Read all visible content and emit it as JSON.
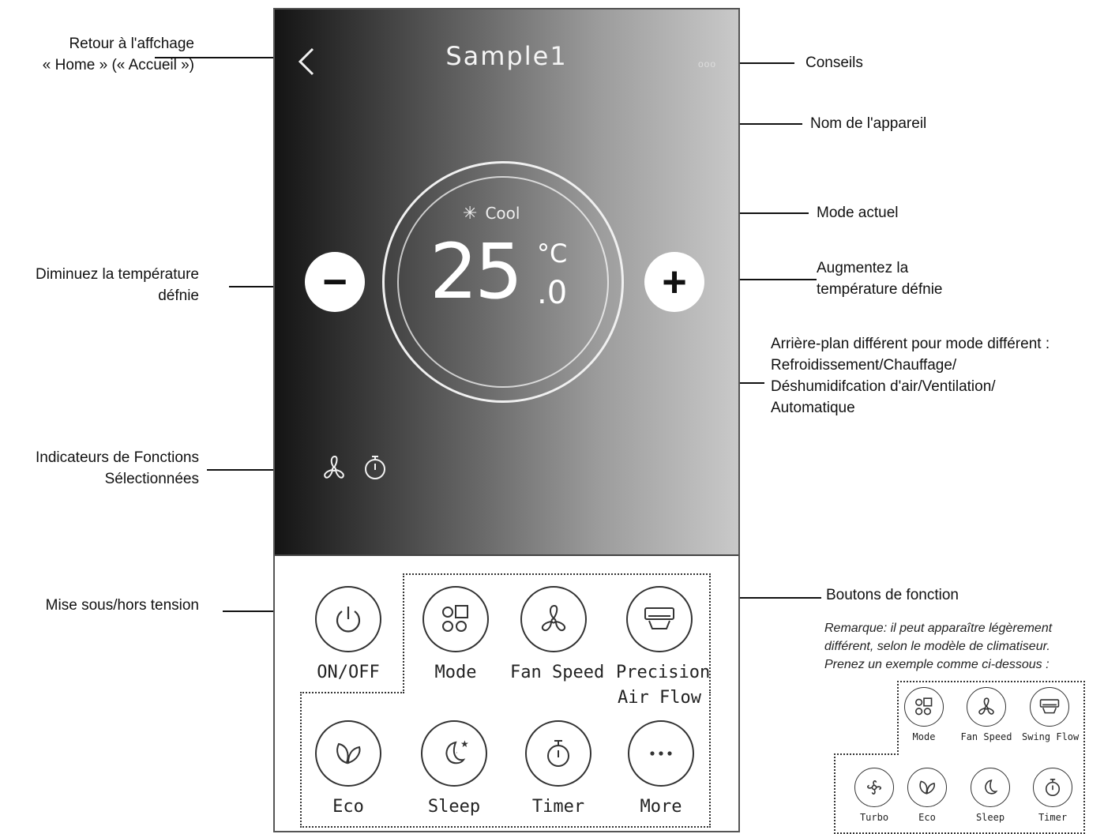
{
  "annotations": {
    "back_l1": "Retour à l'affchage",
    "back_l2": "« Home » (« Accueil »)",
    "tips": "Conseils",
    "device_name": "Nom de l'appareil",
    "current_mode": "Mode actuel",
    "decrease_l1": "Diminuez la température",
    "decrease_l2": "défnie",
    "increase_l1": "Augmentez la",
    "increase_l2": "température défnie",
    "background_l1": "Arrière-plan différent pour mode différent :",
    "background_l2": "Refroidissement/Chauffage/",
    "background_l3": "Déshumidifcation d'air/Ventilation/",
    "background_l4": "Automatique",
    "indicators_l1": "Indicateurs de Fonctions",
    "indicators_l2": "Sélectionnées",
    "power": "Mise sous/hors tension",
    "function_buttons": "Boutons de fonction",
    "remark_l1": "Remarque: il peut apparaître légèrement",
    "remark_l2": "différent, selon le modèle de climatiseur.",
    "remark_l3": "Prenez un exemple comme ci-dessous :"
  },
  "screen": {
    "title": "Sample1",
    "tips_icon": "ooo",
    "mode": "Cool",
    "temp_integer": "25",
    "temp_unit": "°C",
    "temp_decimal": ".0",
    "minus": "−",
    "plus": "+"
  },
  "functions": {
    "onoff": "ON/OFF",
    "mode": "Mode",
    "fan_speed": "Fan Speed",
    "precision_l1": "Precision",
    "precision_l2": "Air Flow",
    "eco": "Eco",
    "sleep": "Sleep",
    "timer": "Timer",
    "more": "More"
  },
  "example": {
    "mode": "Mode",
    "fan_speed": "Fan Speed",
    "swing_flow": "Swing Flow",
    "turbo": "Turbo",
    "eco": "Eco",
    "sleep": "Sleep",
    "timer": "Timer"
  }
}
